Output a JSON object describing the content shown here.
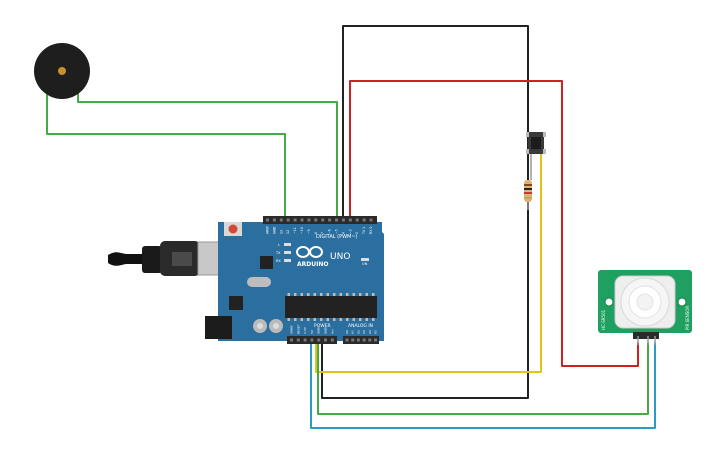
{
  "board": {
    "digital_label": "DIGITAL (PWM~)",
    "brand": "ARDUINO",
    "model": "UNO",
    "on_label": "ON",
    "tx_label": "TX",
    "rx_label": "RX",
    "l_label": "L",
    "power_label": "POWER",
    "analog_label": "ANALOG IN",
    "top_pins": [
      "AREF",
      "GND",
      "13",
      "12",
      "~11",
      "~10",
      "~9",
      "8",
      "7",
      "~6",
      "~5",
      "4",
      "~3",
      "2",
      "TX 1",
      "RX 0"
    ],
    "power_pins": [
      "IOREF",
      "RESET",
      "3.3V",
      "5V",
      "GND",
      "GND",
      "Vin"
    ],
    "analog_pins": [
      "A0",
      "A1",
      "A2",
      "A3",
      "A4",
      "A5"
    ]
  },
  "pir": {
    "label_left": "HC-SR501",
    "label_right": "PIR SENSOR"
  },
  "colors": {
    "board": "#2b6fa0",
    "header": "#2a2a2a",
    "pir_board": "#20a060",
    "black_wire": "#222222",
    "red_wire": "#cc2222",
    "green_wire": "#44aa44",
    "yellow_wire": "#e3c21a",
    "blue_wire": "#2a9bc4"
  },
  "icons": {
    "buzzer": "piezo-buzzer-icon",
    "button": "pushbutton-icon",
    "resistor": "resistor-icon",
    "usb": "usb-cable-icon",
    "logo": "arduino-infinity-logo"
  }
}
